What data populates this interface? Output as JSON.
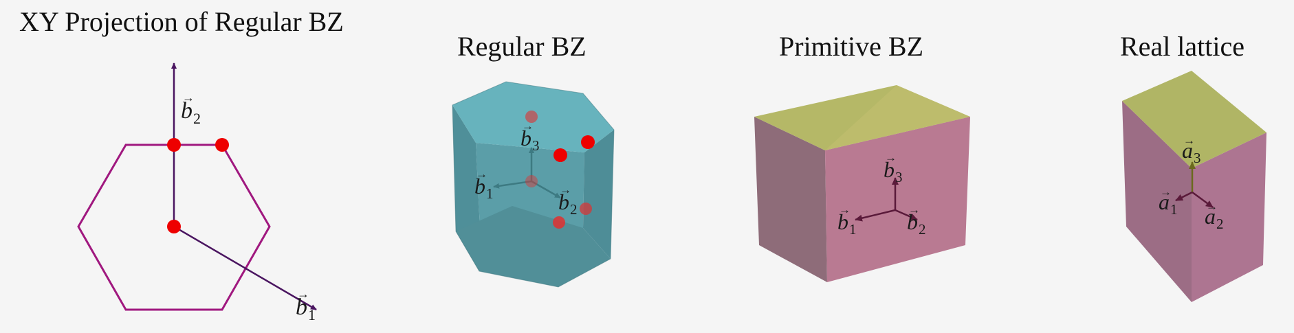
{
  "panels": {
    "xy_projection": {
      "title": "XY Projection of Regular BZ",
      "labels": {
        "b1_base": "b",
        "b1_sub": "1",
        "b2_base": "b",
        "b2_sub": "2"
      }
    },
    "regular_bz": {
      "title": "Regular BZ",
      "labels": {
        "b1_base": "b",
        "b1_sub": "1",
        "b2_base": "b",
        "b2_sub": "2",
        "b3_base": "b",
        "b3_sub": "3"
      }
    },
    "primitive_bz": {
      "title": "Primitive BZ",
      "labels": {
        "b1_base": "b",
        "b1_sub": "1",
        "b2_base": "b",
        "b2_sub": "2",
        "b3_base": "b",
        "b3_sub": "3"
      }
    },
    "real_lattice": {
      "title": "Real lattice",
      "labels": {
        "a1_base": "a",
        "a1_sub": "1",
        "a2_base": "a",
        "a2_sub": "2",
        "a3_base": "a",
        "a3_sub": "3"
      }
    }
  },
  "colors": {
    "background": "#f5f5f5",
    "hexagon": "#a0187f",
    "vector": "#4a1560",
    "points": "#ee0000",
    "regular_bz_face": "#5aaab5",
    "primitive_bz_side": "#b97a92",
    "primitive_bz_top": "#b5b867",
    "real_lattice_side": "#ad7591",
    "real_lattice_top": "#b0b565",
    "lattice_vector": "#5a1a3a"
  }
}
